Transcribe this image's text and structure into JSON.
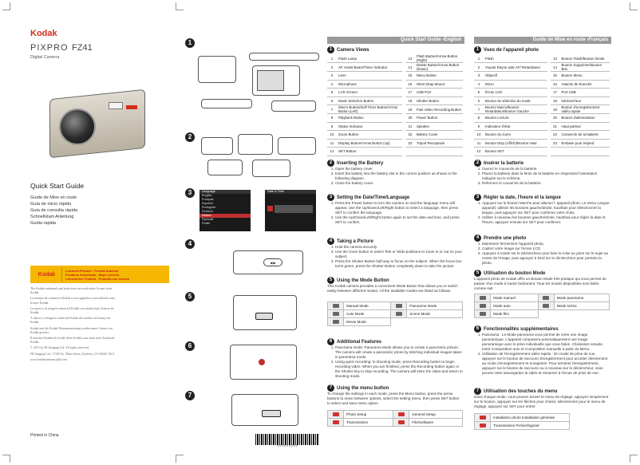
{
  "brand": {
    "name": "Kodak",
    "model_prefix": "PIXPRO",
    "model": "FZ41",
    "tagline": "Digital Camera"
  },
  "cover": {
    "title": "Quick Start Guide",
    "languages": [
      "Guide de Mise en route",
      "Guía de inicio rápido",
      "Guia de consulta rápida",
      "Schnellstart-Anleitung",
      "Guida rapida"
    ],
    "license_badge_lines": [
      "Licensed Product - Produit Autorisé",
      "Producto Autorizado - Bajo Licencia",
      "Lizenziertes Produkt - Prodotto con licenza"
    ],
    "legal": [
      "The Kodak trademark and trade dress are used under license from Kodak.",
      "La marque de commerce Kodak et son apparence sont utilisées sous licence Kodak.",
      "La marca y la imagen comercial Kodak son usadas bajo licencia de Kodak.",
      "A marca e a imagem comercial Kodak são usadas sob licença da Kodak.",
      "Kodak und die Kodak-Warenausstattung werden unter Lizenz von Kodak genutzt.",
      "Il marchio Kodak ed il trade dress Kodak sono usati sotto licenza di Kodak.",
      "© 2015 by JK Imaging Ltd. All rights reserved.",
      "JK Imaging Ltd., 17239 So. Main Street, Gardena, CA 90248, USA",
      "www.kodakcameras.jkld.com"
    ],
    "printed": "Printed in China",
    "barcode": "0 0 0 0 0 0 0 0 0"
  },
  "figures": [
    "1",
    "2",
    "3",
    "4",
    "5",
    "6",
    "7"
  ],
  "screen_labels": {
    "left": "Language",
    "right": "Date & Time"
  },
  "menu_rows": [
    "English",
    "Français",
    "Español",
    "Português",
    "Deutsch",
    "Italiano",
    "Русский",
    "Polski"
  ],
  "headers": {
    "en": "Quick Start Guide ›English",
    "fr": "Guide de Mise en route ›Français"
  },
  "en": {
    "s1_title": "Camera Views",
    "parts_left": [
      [
        "1",
        "Flash Lamp"
      ],
      [
        "2",
        "AF Assist Beam/Timer Indicator"
      ],
      [
        "3",
        "Lens"
      ],
      [
        "4",
        "Microphone"
      ],
      [
        "5",
        "LCD Screen"
      ],
      [
        "6",
        "Mode Selection Button"
      ],
      [
        "7",
        "Macro Button/Self-Timer Button/Arrow Button (Left)"
      ],
      [
        "8",
        "Playback Button"
      ],
      [
        "9",
        "Status Indicator"
      ],
      [
        "10",
        "Zoom Button"
      ],
      [
        "11",
        "Display Button/Arrow Button (Up)"
      ],
      [
        "12",
        "SET Button"
      ]
    ],
    "parts_right": [
      [
        "13",
        "Flash Button/Arrow Button (Right)"
      ],
      [
        "14",
        "Delete Button/Arrow Button (Down)"
      ],
      [
        "15",
        "Menu Button"
      ],
      [
        "16",
        "Wrist Strap Mount"
      ],
      [
        "17",
        "USB Port"
      ],
      [
        "18",
        "Shutter Button"
      ],
      [
        "19",
        "Fast Video Recording Button"
      ],
      [
        "20",
        "Power Button"
      ],
      [
        "21",
        "Speaker"
      ],
      [
        "22",
        "Battery Cover"
      ],
      [
        "23",
        "Tripod Receptacle"
      ]
    ],
    "s2_title": "Inserting the Battery",
    "s2_steps": [
      "Open the battery cover.",
      "Insert the battery into the battery slot in the correct position as shown in the following diagram.",
      "Close the battery cover."
    ],
    "s3_title": "Setting the Date/Time/Language",
    "s3_steps": [
      "Press the Power button to turn the camera on and the language menu will appear. Use the Up/Down/Left/Right button to select a language, then press SET to confirm the language.",
      "Use the Up/Down/Left/Right button again to set the date and time, and press SET to confirm."
    ],
    "s4_title": "Taking a Picture",
    "s4_steps": [
      "Hold the camera securely.",
      "Use the zoom button to select Tele or Wide positions to zoom in or out on your subject.",
      "Press the Shutter Button half way to focus on the subject. When the focus box turns green, press the Shutter Button completely down to take the picture."
    ],
    "s5_title": "Using the Mode Button",
    "s5_text": "This Kodak camera provides a convenient Mode Button that allows you to switch easily between different modes. All the available modes are listed as follows.",
    "s5_modes": [
      [
        "Manual Mode",
        "Panorama Mode"
      ],
      [
        "Auto Mode",
        "Scene Mode"
      ],
      [
        "Movie Mode",
        ""
      ]
    ],
    "s6_title": "Additional Features",
    "s6_steps": [
      "Panorama mode: Panorama Mode allows you to create a panoramic picture. The camera will create a panoramic photo by stitching individual images taken in panorama mode.",
      "Using quick recording: In shooting mode, press Recording button to begin recording video. When you are finished, press the Recording button again or the Shutter key to stop recording. The camera will store the video and return to shooting mode."
    ],
    "s7_title": "Using the menu button",
    "s7_text": "To change the settings in each mode, press the Menu button, press the arrow buttons to move between options, select the setting menu, then press SET button to select and save menu option.",
    "s7_menus": [
      [
        "Photo Setup",
        "General Setup"
      ],
      [
        "Transmission",
        "File/Software"
      ]
    ]
  },
  "fr": {
    "s1_title": "Vues de l'appareil photo",
    "parts_left": [
      [
        "1",
        "Flash"
      ],
      [
        "2",
        "Voyant Rayon aide AF/ Retardateur"
      ],
      [
        "3",
        "Objectif"
      ],
      [
        "4",
        "Micro"
      ],
      [
        "5",
        "Écran LCD"
      ],
      [
        "6",
        "Bouton de sélection du mode"
      ],
      [
        "7",
        "Bouton Macro/Bouton Retardateur/Bouton Gauche"
      ],
      [
        "8",
        "Bouton Lecture"
      ],
      [
        "9",
        "Indicateur d'état"
      ],
      [
        "10",
        "Bouton du zoom"
      ],
      [
        "11",
        "Bouton Disp (Affich)/Bouton Haut"
      ],
      [
        "12",
        "Bouton SET"
      ]
    ],
    "parts_right": [
      [
        "13",
        "Bouton Flash/Bouton Droite"
      ],
      [
        "14",
        "Bouton Supprimer/Bouton Bas"
      ],
      [
        "15",
        "Bouton Menu"
      ],
      [
        "16",
        "Attache de bracelet"
      ],
      [
        "17",
        "Port USB"
      ],
      [
        "18",
        "Déclencheur"
      ],
      [
        "19",
        "Bouton d'enregistrement vidéo rapide"
      ],
      [
        "20",
        "Bouton d'alimentation"
      ],
      [
        "21",
        "Haut-parleur"
      ],
      [
        "22",
        "Couvercle de la batterie"
      ],
      [
        "23",
        "Embase pour trépied"
      ]
    ],
    "s2_title": "Insérer la batterie",
    "s2_steps": [
      "Ouvrez le couvercle de la batterie.",
      "Placez la batterie dans la fente de la batterie en respectant l'orientation indiquée sur le schéma.",
      "Refermez le couvercle de la batterie."
    ],
    "s3_title": "Régler la date, l'heure et la langue",
    "s3_steps": [
      "Appuyez sur le bouton Marche pour allumer l' appareil photo. Le menu Langue apparaît; utilisez les boutons gauche/droite, haut/bas pour sélectionner la langue, puis appuyez sur SET pour confirmer votre choix.",
      "Utiliser à nouveau les boutons gauche/droite, haut/bas pour régler la date et l'heure, appuyez ensuite sur SET pour confirmer."
    ],
    "s4_title": "Prendre une photo",
    "s4_steps": [
      "Maintenez fermement l'appareil photo.",
      "Cadrez votre image sur l'écran LCD.",
      "Appuyez à moitié sur le déclencheur pour faire la mise au point sur le sujet au centre de l'image, puis appuyez à fond sur le déclencheur pour prendre la photo."
    ],
    "s5_title": "Utilisation du bouton Mode",
    "s5_text": "L'appareil photo de Kodak offre un Bouton Mode très pratique qui vous permet de passer d'un mode à l'autre facilement. Tous les modes disponibles sont listés comme suit :",
    "s5_modes": [
      [
        "Mode manuel",
        "Mode panorama"
      ],
      [
        "Mode auto",
        "Mode scène"
      ],
      [
        "Mode film",
        ""
      ]
    ],
    "s6_title": "Fonctionnalités supplémentaires",
    "s6_steps": [
      "Panorama : Le Mode panorama vous permet de créer une image panoramique. L'appareil composera automatiquement une image panoramique avec le prise individuelle que vous faites. Choisissez ensuite entre Composition auto et Composition manuelle à partir du Menu.",
      "Utilisation de l'enregistrement vidéo rapide : En mode de prise de vue, appuyez sur le bouton de raccourci Enregistrement pour accéder directement au mode d'enregistrement et enregistrer. Pour terminer l'enregistrement, appuyez sur le bouton de raccourci ou à nouveau sur le déclencheur, vous pouvez ainsi sauvegarder la vidéo et retourner à l'écran de prise de vue."
    ],
    "s7_title": "Utilisation des touches du menu",
    "s7_text": "Dans chaque mode, vous pouvez activer le menu de réglage, appuyez simplement sur le bouton, appuyez sur les flèches pour choisir, sélectionnez pour le menu de réglage, appuyez sur SET pour entrer.",
    "s7_menus": [
      [
        "Installation photo Installation générale",
        ""
      ],
      [
        "Transmission Fichier/logiciel",
        ""
      ]
    ]
  }
}
